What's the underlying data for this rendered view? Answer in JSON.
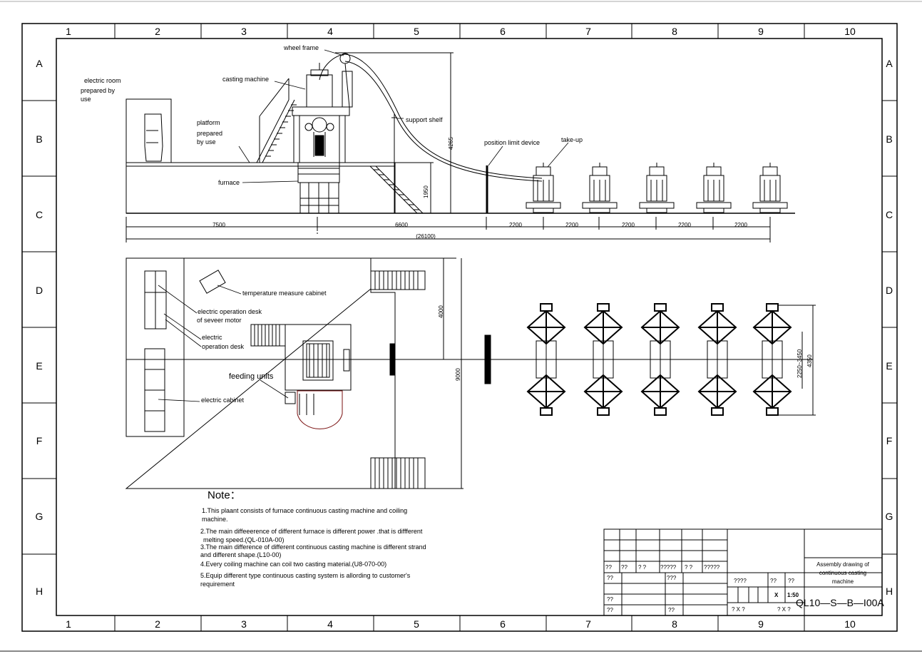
{
  "zones": {
    "columns": [
      "1",
      "2",
      "3",
      "4",
      "5",
      "6",
      "7",
      "8",
      "9",
      "10"
    ],
    "rows": [
      "A",
      "B",
      "C",
      "D",
      "E",
      "F",
      "G",
      "H"
    ]
  },
  "elevation": {
    "labels": {
      "wheel_frame": "wheel frame",
      "casting_machine": "casting machine",
      "electric_room_1": "electric room",
      "electric_room_2": "prepared by",
      "electric_room_3": "use",
      "platform_1": "platform",
      "platform_2": "prepared",
      "platform_3": "by use",
      "furnace": "furnace",
      "support_shelf": "support  shelf",
      "position_limit": "position limit device",
      "take_up": "take-up"
    },
    "dimensions": {
      "height_total": "4265",
      "height_platform": "1950",
      "d1": "7500",
      "d2": "6600",
      "d3": "2200",
      "d4": "2200",
      "d5": "2200",
      "d6": "2200",
      "d7": "2200",
      "total": "(26100)"
    }
  },
  "plan": {
    "labels": {
      "temp_cabinet": "temperature measure cabinet",
      "op_desk_severer_1": "electric operation desk",
      "op_desk_severer_2": "of seveer motor",
      "op_desk_1": "electric",
      "op_desk_2": "operation desk",
      "feeding": "feeding  units",
      "electric_cabinet": "electric cabinet"
    },
    "dimensions": {
      "d_4000": "4000",
      "d_9000": "9000",
      "d_range": "2250~3450",
      "d_4350": "4350"
    }
  },
  "notes": {
    "title": "Note：",
    "n1a": "1.This plaant consists of furnace continuous casting machine and coiling",
    "n1b": "machine.",
    "n2a": "2.The main diffeeerence of different furnace is different power .that is diffferent",
    "n2b": "melting speed.(QL-010A-00)",
    "n3a": "3.The main difference of different continuous casting machine is different strand",
    "n3b": "and different shape.(L10-00)",
    "n4": "4.Every coiling machine can coil two casting material.(U8-070-00)",
    "n5a": "5.Equip different type continuous casting system is allording to customer's",
    "n5b": "requirement"
  },
  "title_block": {
    "row_a": [
      "??",
      "??",
      "?  ?",
      "?????",
      "?  ?",
      "?????"
    ],
    "b1": "??",
    "b2": "???",
    "b3": "????",
    "b4": "??",
    "b5": "??",
    "c1": "??",
    "c2": "??",
    "c3": "??",
    "scale_x": "X",
    "scale": "1:50",
    "q1": "?  X  ?",
    "q2": "? X    ?",
    "title_1": "Assembly drawing of",
    "title_2": "continuous  casting",
    "title_3": "machine",
    "drawing_no": "QL10—S—B—I00A",
    "tiny": "??"
  }
}
